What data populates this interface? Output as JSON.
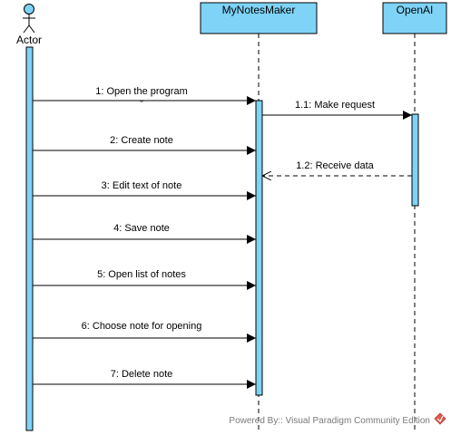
{
  "diagram": {
    "actor": {
      "label": "Actor"
    },
    "participants": [
      {
        "id": "mynotesmaker",
        "label": "MyNotesMaker"
      },
      {
        "id": "openai",
        "label": "OpenAI"
      }
    ],
    "messages": [
      {
        "label": "1: Open the program",
        "from": "actor",
        "to": "mynotesmaker",
        "style": "sync"
      },
      {
        "label": "1.1: Make request",
        "from": "mynotesmaker",
        "to": "openai",
        "style": "sync"
      },
      {
        "label": "2: Create note",
        "from": "actor",
        "to": "mynotesmaker",
        "style": "sync"
      },
      {
        "label": "1.2: Receive data",
        "from": "openai",
        "to": "mynotesmaker",
        "style": "return"
      },
      {
        "label": "3: Edit text of note",
        "from": "actor",
        "to": "mynotesmaker",
        "style": "sync"
      },
      {
        "label": "4: Save note",
        "from": "actor",
        "to": "mynotesmaker",
        "style": "sync"
      },
      {
        "label": "5: Open list of notes",
        "from": "actor",
        "to": "mynotesmaker",
        "style": "sync"
      },
      {
        "label": "6: Choose note for opening",
        "from": "actor",
        "to": "mynotesmaker",
        "style": "sync"
      },
      {
        "label": "7: Delete note",
        "from": "actor",
        "to": "mynotesmaker",
        "style": "sync"
      }
    ],
    "watermark": "Powered By:: Visual Paradigm Community Edition",
    "colors": {
      "box": "#7ed3f7",
      "activation": "#7ed3f7",
      "stroke": "#000000",
      "watermark_icon": "#e05a4f"
    }
  }
}
